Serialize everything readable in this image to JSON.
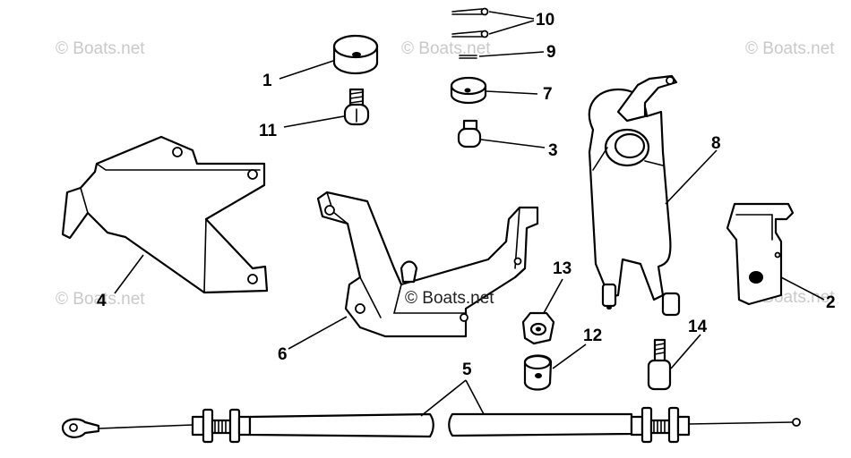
{
  "watermark": {
    "text": "© Boats.net"
  },
  "labels": {
    "p1": "1",
    "p2": "2",
    "p3": "3",
    "p4": "4",
    "p5": "5",
    "p6": "6",
    "p7": "7",
    "p8": "8",
    "p9": "9",
    "p10": "10",
    "p11": "11",
    "p12": "12",
    "p13": "13",
    "p14": "14"
  },
  "colors": {
    "line": "#000000",
    "watermark": "#c9c9c9",
    "background": "#ffffff"
  }
}
